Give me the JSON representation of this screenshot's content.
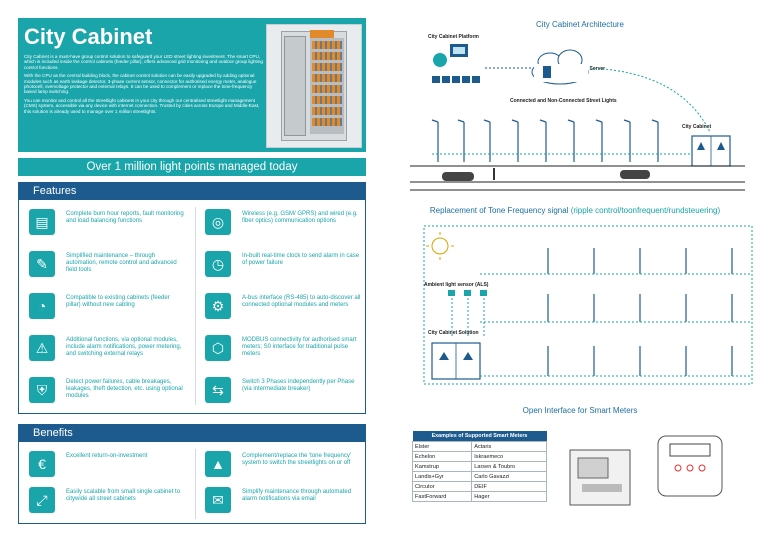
{
  "hero": {
    "title": "City Cabinet",
    "paragraphs": [
      "City Cabinet is a must-have group control solution to safeguard your LED street lighting investment. The smart CPU, which is included inside the control cabinets (feeder pillar), offers advanced grid monitoring and outdoor group lighting control functions.",
      "With the CPU as the central building block, the cabinet control solution can be easily upgraded by adding optional modules such as earth leakage detector, 3-phase current sensor, connector for authorised energy meter, analogue photocell, overvoltage protector and external relays. It can be used to complement or replace the tone-frequency based lamp switching.",
      "You can monitor and control all the streetlight cabinets in your city through our centralised streetlight management (CMS) system, accessible via any device with internet connection. Trusted by cities across Europe and Middle-East, this solution is already used to manage over 1 million streetlights."
    ]
  },
  "banner": "Over 1 million light points managed today",
  "features": {
    "heading": "Features",
    "left": [
      {
        "icon": "report-icon",
        "glyph": "▤",
        "text": "Complete burn hour reports, fault monitoring and load balancing functions"
      },
      {
        "icon": "tools-icon",
        "glyph": "✎",
        "text": "Simplified maintenance – through automation, remote control and advanced field tools"
      },
      {
        "icon": "compatible-icon",
        "glyph": "◔",
        "text": "Compatible to existing cabinets (feeder pillar) without new cabling"
      },
      {
        "icon": "alarm-icon",
        "glyph": "⚠",
        "text": "Additional functions, via optional modules, include alarm notifications, power metering, and switching external relays"
      },
      {
        "icon": "shield-icon",
        "glyph": "⛨",
        "text": "Detect power failures, cable breakages, leakages, theft detection, etc. using optional modules"
      }
    ],
    "right": [
      {
        "icon": "wireless-icon",
        "glyph": "◎",
        "text": "Wireless (e.g. GSM/ GPRS) and wired (e.g. fiber optics) communication options"
      },
      {
        "icon": "clock-icon",
        "glyph": "◷",
        "text": "In-built real-time clock to send alarm in case of power failure"
      },
      {
        "icon": "network-icon",
        "glyph": "⚙",
        "text": "A-bus interface (RS-485) to auto-discover all connected optional modules and meters"
      },
      {
        "icon": "modbus-icon",
        "glyph": "⬡",
        "text": "MODBUS connectivity for authorised smart meters; S0 interface for traditional pulse meters"
      },
      {
        "icon": "phases-icon",
        "glyph": "⇆",
        "text": "Switch 3 Phases independently per Phase (via intermediate breaker)"
      }
    ]
  },
  "benefits": {
    "heading": "Benefits",
    "left": [
      {
        "icon": "euro-icon",
        "glyph": "€",
        "text": "Excellent return-on-investment"
      },
      {
        "icon": "scale-icon",
        "glyph": "⤢",
        "text": "Easily scalable from small single cabinet to citywide all street cabinets"
      }
    ],
    "right": [
      {
        "icon": "tone-icon",
        "glyph": "▲",
        "text": "Complement/replace the 'tone frequency' system to switch the streetlights on or off"
      },
      {
        "icon": "email-icon",
        "glyph": "✉",
        "text": "Simplify maintenance through automated alarm notifications via email"
      }
    ]
  },
  "architecture": {
    "title": "City Cabinet Architecture",
    "platform_label": "City Cabinet Platform",
    "cloud_label": "Cloud Server",
    "lights_label": "Connected and Non-Connected Street Lights",
    "cabinet_label": "City Cabinet"
  },
  "tone": {
    "title_main": "Replacement of Tone Frequency signal",
    "title_sub": "(ripple control/toonfrequent/rundsteuering)",
    "sensor_label": "Ambient light sensor (ALS)",
    "solution_label": "City Cabinet Solution"
  },
  "meters": {
    "title": "Open Interface for Smart Meters",
    "table_header": "Examples of Supported Smart Meters",
    "rows": [
      [
        "Elster",
        "Actaris"
      ],
      [
        "Echelon",
        "Iskraemeco"
      ],
      [
        "Kamstrup",
        "Larsen & Toubro"
      ],
      [
        "Landis+Gyr",
        "Carlo Gavazzi"
      ],
      [
        "Circutor",
        "DEIF"
      ],
      [
        "FastForward",
        "Hager"
      ]
    ]
  },
  "colors": {
    "teal": "#1aa5ab",
    "navy": "#1d5b8f",
    "title_blue": "#1d6fa0"
  }
}
